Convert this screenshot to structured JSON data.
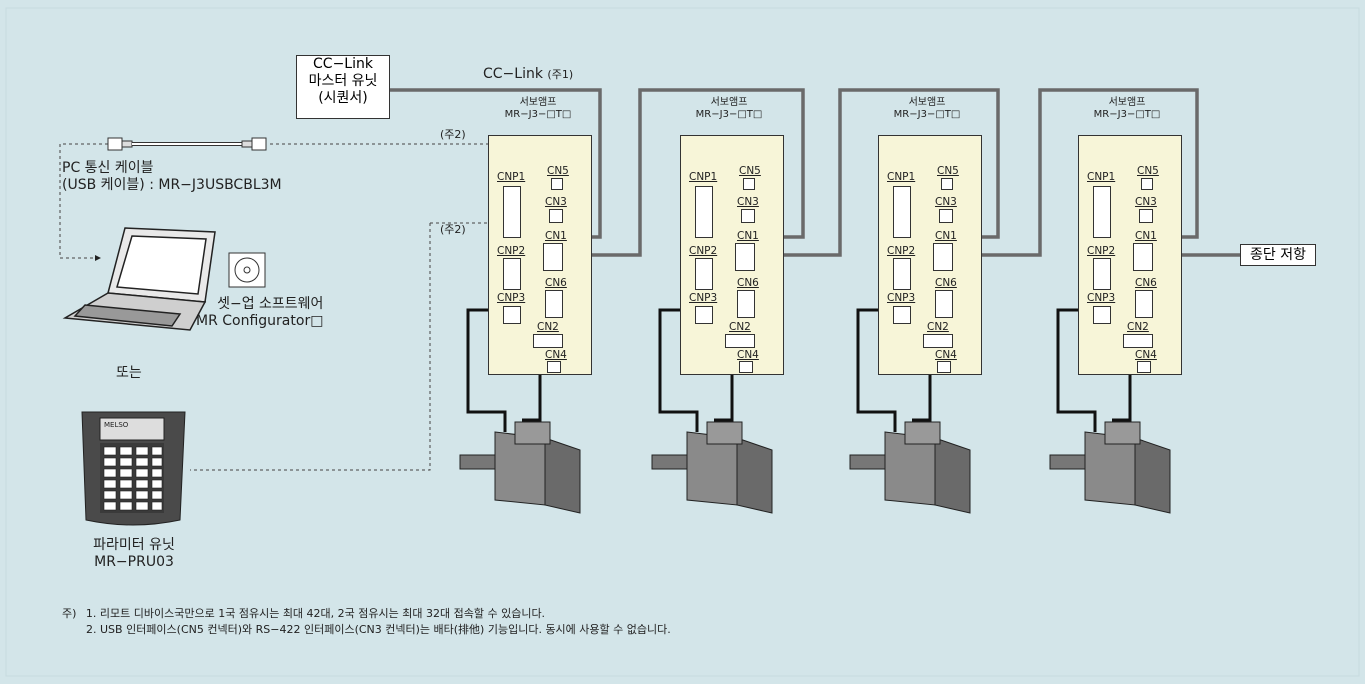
{
  "master_unit": {
    "line1": "CC−Link",
    "line2": "마스터 유닛",
    "line3": "(시퀀서)"
  },
  "cclink_label": "CC−Link",
  "cclink_note": "(주1)",
  "note_ref_2a": "(주2)",
  "note_ref_2b": "(주2)",
  "pc_cable": {
    "line1": "PC 통신 케이블",
    "line2": "(USB 케이블) : MR−J3USBCBL3M"
  },
  "software": {
    "line1": "셋−업 소프트웨어",
    "line2": "MR Configurator□"
  },
  "or_label": "또는",
  "param_unit": {
    "line1": "파라미터 유닛",
    "line2": "MR−PRU03"
  },
  "terminator": "종단 저항",
  "amps": [
    {
      "title1": "서보앰프",
      "title2": "MR−J3−□T□"
    },
    {
      "title1": "서보앰프",
      "title2": "MR−J3−□T□"
    },
    {
      "title1": "서보앰프",
      "title2": "MR−J3−□T□"
    },
    {
      "title1": "서보앰프",
      "title2": "MR−J3−□T□"
    }
  ],
  "connectors": {
    "cnp1": "CNP1",
    "cnp2": "CNP2",
    "cnp3": "CNP3",
    "cn1": "CN1",
    "cn2": "CN2",
    "cn3": "CN3",
    "cn4": "CN4",
    "cn5": "CN5",
    "cn6": "CN6"
  },
  "pru_screen_text": "MELSO",
  "notes": {
    "prefix": "주)",
    "n1": "1. 리모트 디바이스국만으로 1국 점유시는 최대 42대, 2국 점유시는 최대 32대 접속할 수 있습니다.",
    "n2": "2. USB 인터페이스(CN5 컨넥터)와 RS−422 인터페이스(CN3 컨넥터)는 배타(排他) 기능입니다. 동시에 사용할 수 없습니다."
  },
  "colors": {
    "background": "#d3e5e9",
    "amp_fill": "#f7f5d8",
    "cable": "#666666"
  }
}
